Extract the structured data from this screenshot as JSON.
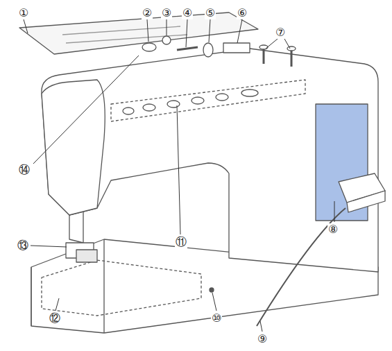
{
  "diagram": {
    "labels": [
      "①",
      "②",
      "③",
      "④",
      "⑤",
      "⑥",
      "⑦",
      "⑧",
      "⑨",
      "⑩",
      "⑪",
      "⑫",
      "⑬",
      "⑭"
    ]
  }
}
